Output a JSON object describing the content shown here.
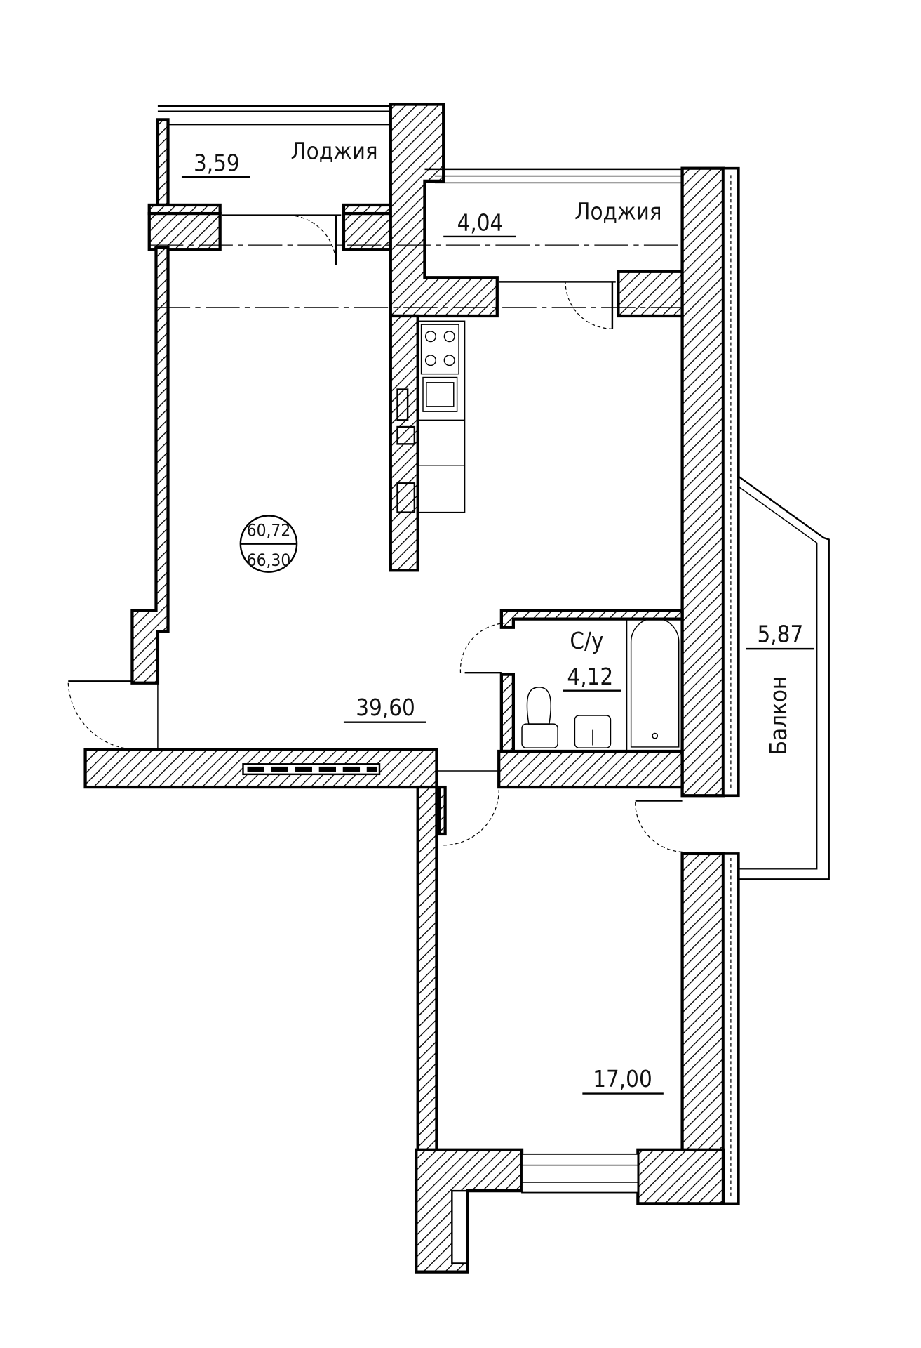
{
  "plan": {
    "total_area_living": "60,72",
    "total_area_full": "66,30",
    "rooms": [
      {
        "name": "",
        "area": "39,60"
      },
      {
        "name": "",
        "area": "17,00"
      },
      {
        "name": "С/у",
        "area": "4,12"
      },
      {
        "name": "Лоджия",
        "area": "3,59"
      },
      {
        "name": "Лоджия",
        "area": "4,04"
      },
      {
        "name": "Балкон",
        "area": "5,87"
      }
    ]
  }
}
